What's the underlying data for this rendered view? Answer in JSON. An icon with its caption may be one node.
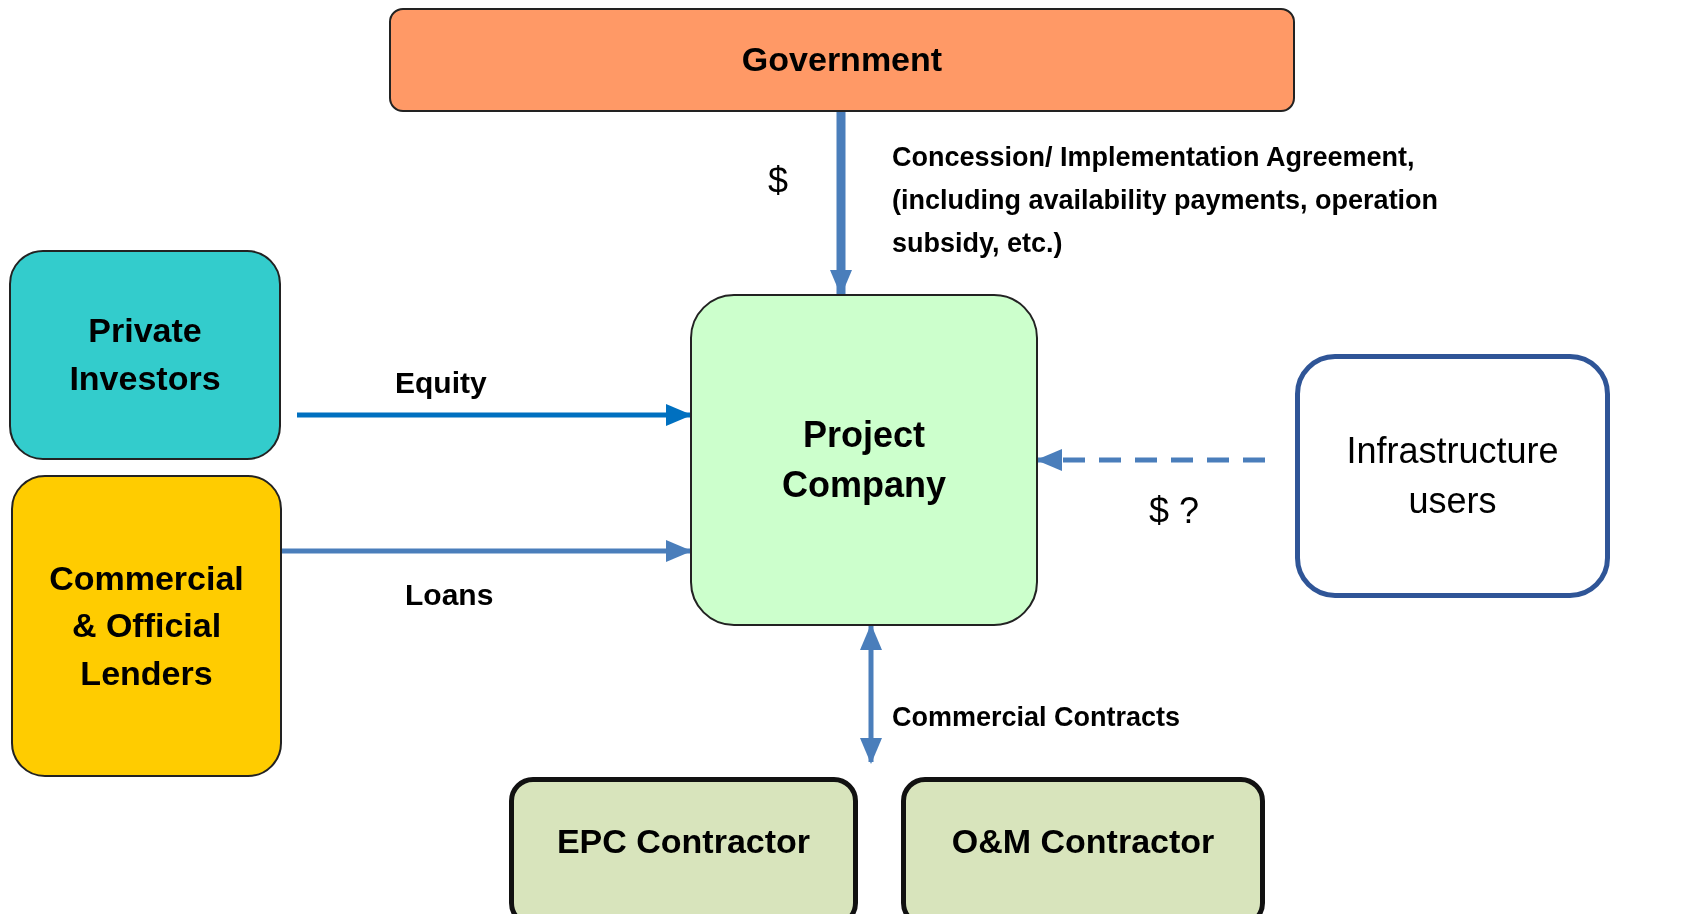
{
  "diagram": {
    "nodes": [
      {
        "text": [
          "Government"
        ]
      },
      {
        "text": [
          "Private Investors"
        ]
      },
      {
        "text": [
          "Commercial & Official Lenders"
        ]
      },
      {
        "text": [
          "Project Company"
        ]
      },
      {
        "text": [
          "Infrastructure users"
        ]
      },
      {
        "text": [
          "EPC Contractor"
        ]
      },
      {
        "text": [
          "O&M Contractor"
        ]
      }
    ],
    "edges": [
      {
        "from": 0,
        "to": 3,
        "arrow": "to",
        "label": "$",
        "style": "thick"
      },
      {
        "from": 1,
        "to": 3,
        "arrow": "to",
        "label": "Equity",
        "color": "#0070c0"
      },
      {
        "from": 2,
        "to": 3,
        "arrow": "to",
        "label": "Loans"
      },
      {
        "from": 4,
        "to": 3,
        "arrow": "to",
        "label": "$ ?",
        "style": "dashed"
      },
      {
        "from": 3,
        "to": 5,
        "arrow": "both"
      }
    ],
    "labels": [
      "Concession/ Implementation Agreement, (including availability payments, operation subsidy, etc.)",
      "Commercial Contracts"
    ]
  }
}
